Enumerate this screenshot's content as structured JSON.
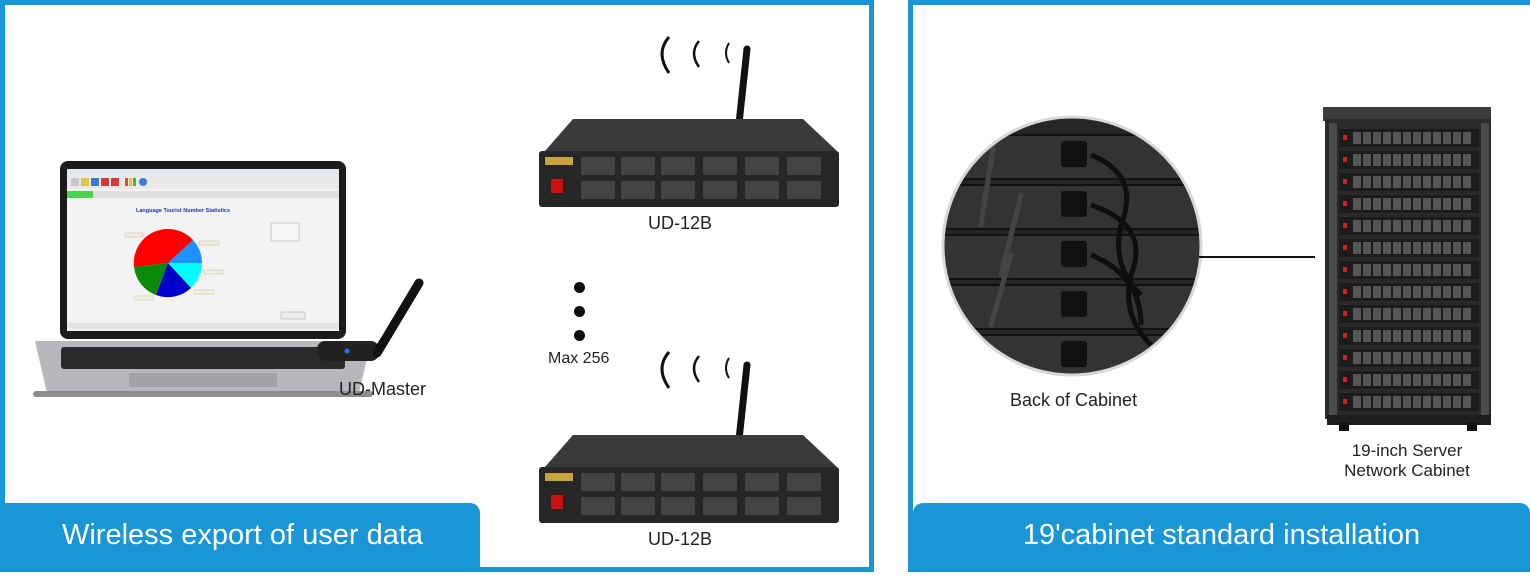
{
  "left_panel": {
    "banner": "Wireless export of user data",
    "master_label": "UD-Master",
    "device_top_label": "UD-12B",
    "device_bottom_label": "UD-12B",
    "max_label": "Max 256",
    "laptop_screen": {
      "chart_title": "Language Tourist Number Statistics"
    }
  },
  "right_panel": {
    "banner": "19'cabinet standard installation",
    "back_label": "Back of Cabinet",
    "cabinet_label_line1": "19-inch Server",
    "cabinet_label_line2": "Network Cabinet"
  },
  "colors": {
    "accent": "#1a95d6",
    "device_body": "#2b2b2b"
  }
}
